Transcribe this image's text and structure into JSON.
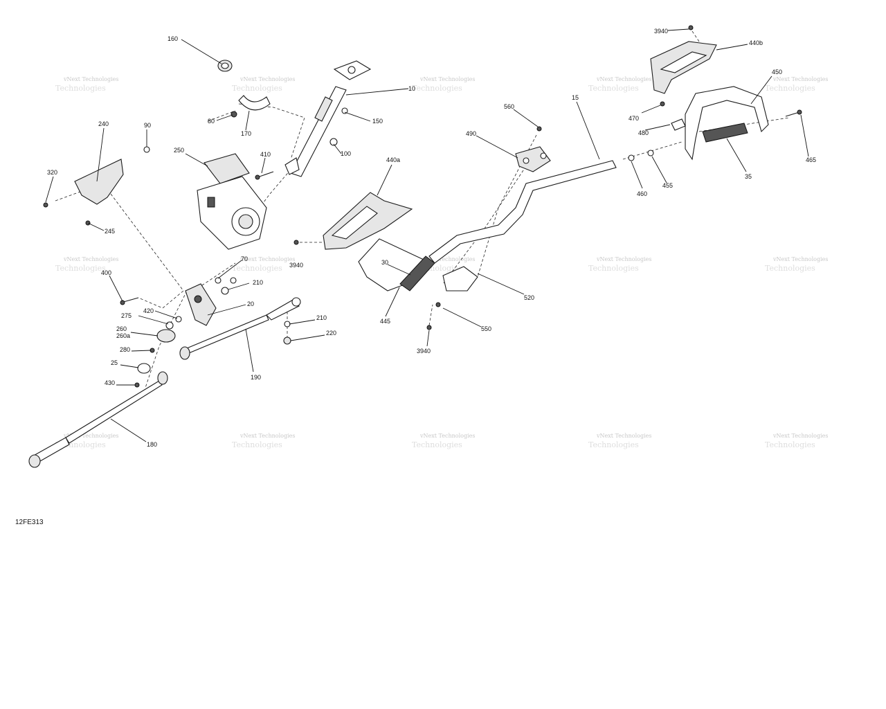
{
  "figure_code": "12FE313",
  "watermark": {
    "line1": "vNext Technologies",
    "line2": "Technologies"
  },
  "parts": [
    {
      "id": "p160",
      "label": "160"
    },
    {
      "id": "p10",
      "label": "10"
    },
    {
      "id": "p150",
      "label": "150"
    },
    {
      "id": "p80",
      "label": "80"
    },
    {
      "id": "p170",
      "label": "170"
    },
    {
      "id": "p100",
      "label": "100"
    },
    {
      "id": "p240",
      "label": "240"
    },
    {
      "id": "p90",
      "label": "90"
    },
    {
      "id": "p320",
      "label": "320"
    },
    {
      "id": "p245",
      "label": "245"
    },
    {
      "id": "p250",
      "label": "250"
    },
    {
      "id": "p410",
      "label": "410"
    },
    {
      "id": "p70",
      "label": "70"
    },
    {
      "id": "p210a",
      "label": "210"
    },
    {
      "id": "p20",
      "label": "20"
    },
    {
      "id": "p400",
      "label": "400"
    },
    {
      "id": "p420",
      "label": "420"
    },
    {
      "id": "p275",
      "label": "275"
    },
    {
      "id": "p260",
      "label": "260"
    },
    {
      "id": "p260a",
      "label": "260a"
    },
    {
      "id": "p280",
      "label": "280"
    },
    {
      "id": "p25",
      "label": "25"
    },
    {
      "id": "p430",
      "label": "430"
    },
    {
      "id": "p190",
      "label": "190"
    },
    {
      "id": "p210b",
      "label": "210"
    },
    {
      "id": "p220",
      "label": "220"
    },
    {
      "id": "p180",
      "label": "180"
    },
    {
      "id": "p440a",
      "label": "440a"
    },
    {
      "id": "p3940a",
      "label": "3940"
    },
    {
      "id": "p30",
      "label": "30"
    },
    {
      "id": "p445",
      "label": "445"
    },
    {
      "id": "p3940b",
      "label": "3940"
    },
    {
      "id": "p550",
      "label": "550"
    },
    {
      "id": "p520",
      "label": "520"
    },
    {
      "id": "p560",
      "label": "560"
    },
    {
      "id": "p490",
      "label": "490"
    },
    {
      "id": "p15",
      "label": "15"
    },
    {
      "id": "p3940c",
      "label": "3940"
    },
    {
      "id": "p440b",
      "label": "440b"
    },
    {
      "id": "p450",
      "label": "450"
    },
    {
      "id": "p470",
      "label": "470"
    },
    {
      "id": "p480",
      "label": "480"
    },
    {
      "id": "p460",
      "label": "460"
    },
    {
      "id": "p455",
      "label": "455"
    },
    {
      "id": "p35",
      "label": "35"
    },
    {
      "id": "p465",
      "label": "465"
    }
  ]
}
